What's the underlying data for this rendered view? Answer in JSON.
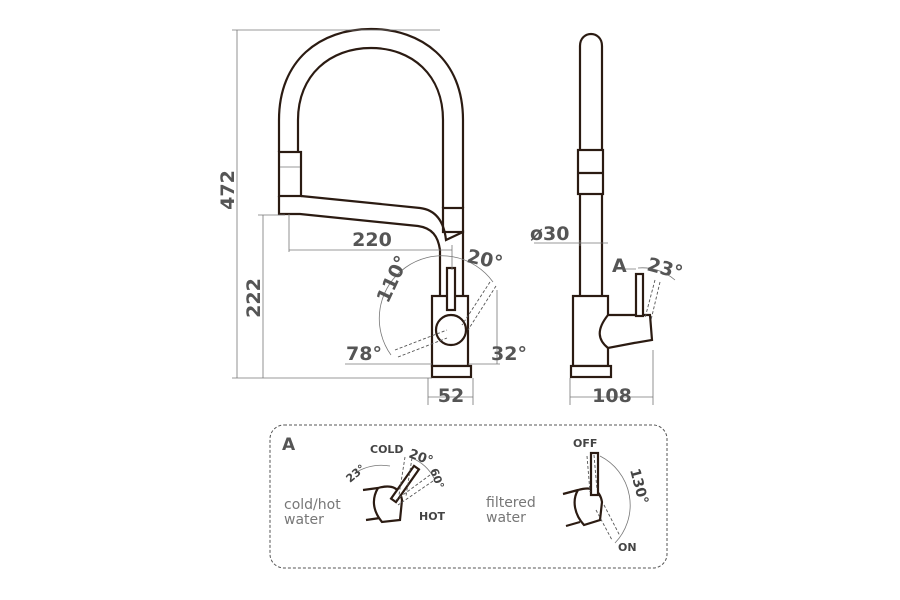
{
  "front_view": {
    "height_total": "472",
    "spout_height": "222",
    "spout_reach": "220",
    "base_width": "52",
    "lever_angle_up": "20°",
    "lever_arc": "110°",
    "lever_angle_left": "78°",
    "lever_angle_right": "32°"
  },
  "side_view": {
    "tube_diameter": "ø30",
    "depth": "108",
    "detail_label": "A",
    "lever_angle": "23°"
  },
  "detail_a": {
    "title": "A",
    "mixer": {
      "caption_line1": "cold/hot",
      "caption_line2": "water",
      "cold": "COLD",
      "hot": "HOT",
      "angle_a": "23°",
      "angle_b": "20°",
      "angle_c": "60°"
    },
    "filter": {
      "caption_line1": "filtered",
      "caption_line2": "water",
      "off": "OFF",
      "on": "ON",
      "angle": "130°"
    }
  }
}
